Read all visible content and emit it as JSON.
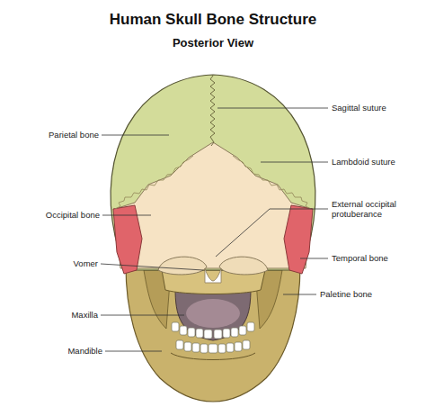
{
  "diagram": {
    "title": "Human Skull Bone Structure",
    "labels": [
      "Posterior View",
      "Parietal bone",
      "Sagittal suture",
      "Lambdoid suture",
      "Occipital bone",
      "External occipital protuberance",
      "Vomer",
      "Temporal bone",
      "Paletine bone",
      "Maxilla",
      "Mandible"
    ]
  }
}
